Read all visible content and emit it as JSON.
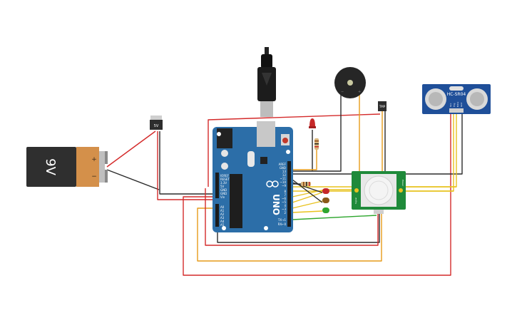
{
  "battery": {
    "label": "9V",
    "plus": "+",
    "minus": "−"
  },
  "regulator": {
    "label": "5V"
  },
  "arduino": {
    "logo": "UNO",
    "power_labels": [
      "IOREF",
      "RESET",
      "3.3V",
      "5V",
      "GND",
      "GND",
      "Vin"
    ],
    "analog_labels": [
      "A0",
      "A1",
      "A2",
      "A3",
      "A4",
      "A5"
    ],
    "digital_labels": [
      "AREF",
      "GND",
      "13",
      "12",
      "~11",
      "~10",
      "~9",
      "8",
      "7",
      "~6",
      "~5",
      "4",
      "~3",
      "2",
      "TX→1",
      "RX←0"
    ]
  },
  "sensor": {
    "label": "HC-SR04",
    "pins": [
      "Vcc",
      "Trig",
      "Echo",
      "Gnd"
    ]
  },
  "pir": {
    "left_label": "Signal",
    "right_label": "Power"
  },
  "temp_sensor": {
    "label": "TMP"
  },
  "colors": {
    "red_wire": "#d42a2a",
    "black_wire": "#2b2b2b",
    "orange_wire": "#e69b1a",
    "yellow_wire": "#e8c21e",
    "green_wire": "#2ea62e",
    "board_blue": "#2c6ea8",
    "sensor_blue": "#1f4f99",
    "pir_green": "#1f8a3a"
  }
}
